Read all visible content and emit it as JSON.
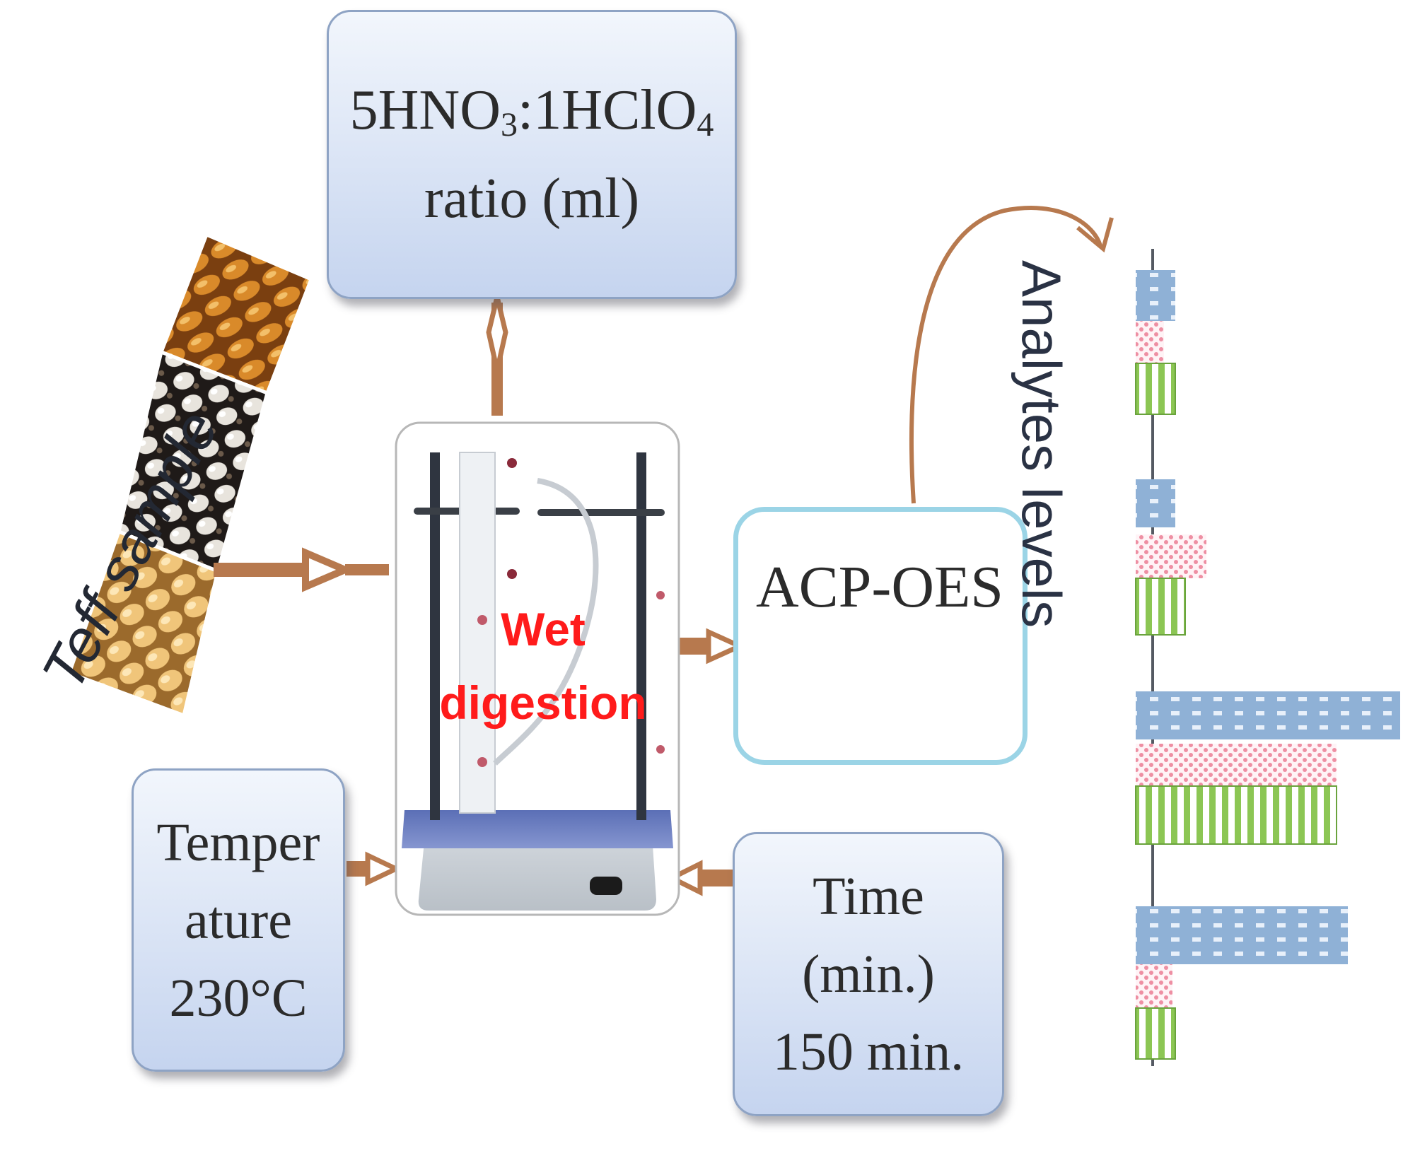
{
  "acid": {
    "formula_parts": [
      "5HNO",
      "3",
      ":1HClO",
      "4"
    ],
    "line2": "ratio (ml)"
  },
  "temperature": {
    "line1": "Temper",
    "line2": "ature",
    "line3": "230°C"
  },
  "time": {
    "line1": "Time",
    "line2": "(min.)",
    "line3": "150 min."
  },
  "instrument": {
    "label": "ACP-OES"
  },
  "digestion": {
    "line1": "Wet",
    "line2": "digestion"
  },
  "sample": {
    "label": "Teff sample"
  },
  "result": {
    "label": "Analytes levels"
  },
  "colors": {
    "arrow": "#b7794e",
    "box_fill": "#c5d4ef",
    "oes_border": "#9bd4e6",
    "digestion_text": "#ff1b1b",
    "bar_blue": "#8fb1d6",
    "bar_pink": "#f7b8c6",
    "bar_green": "#9bd06a"
  }
}
